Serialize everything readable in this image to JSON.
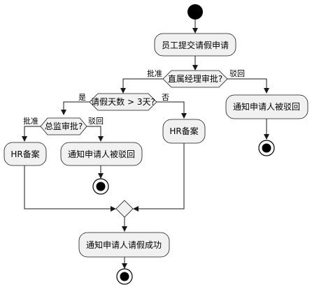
{
  "nodes": {
    "submit": "员工提交请假申请",
    "manager_q": "直属经理审批?",
    "notify_reject_1": "通知申请人被驳回",
    "days_q": "请假天数 > 3天?",
    "director_q": "总监审批?",
    "hr_1": "HR备案",
    "notify_reject_2": "通知申请人被驳回",
    "hr_2": "HR备案",
    "notify_success": "通知申请人请假成功"
  },
  "branches": {
    "manager_approve": "批准",
    "manager_reject": "驳回",
    "days_yes": "是",
    "days_no": "否",
    "director_approve": "批准",
    "director_reject": "驳回"
  },
  "colors": {
    "node_fill": "#f1f1f1",
    "stroke": "#181818",
    "start_end": "#000000"
  }
}
